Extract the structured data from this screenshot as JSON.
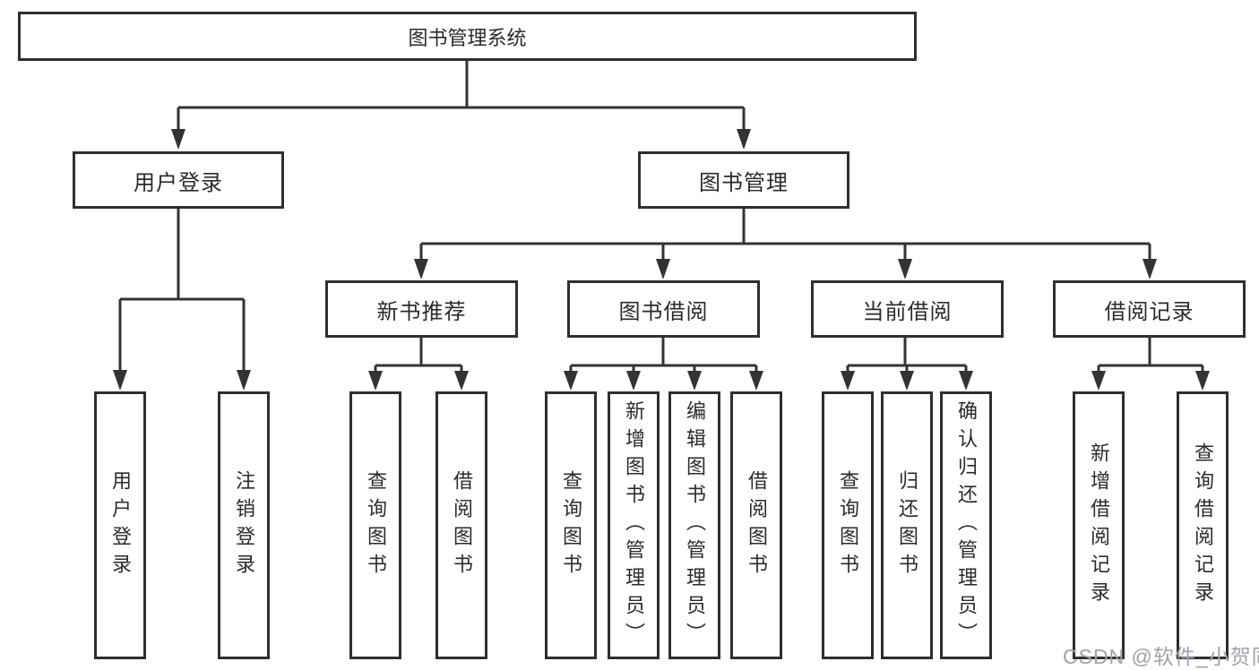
{
  "tree": {
    "label": "图书管理系统",
    "children": [
      {
        "label": "用户登录",
        "children": [
          {
            "label": "用户登录"
          },
          {
            "label": "注销登录"
          }
        ]
      },
      {
        "label": "图书管理",
        "children": [
          {
            "label": "新书推荐",
            "children": [
              {
                "label": "查询图书"
              },
              {
                "label": "借阅图书"
              }
            ]
          },
          {
            "label": "图书借阅",
            "children": [
              {
                "label": "查询图书"
              },
              {
                "label": "新增图书（管理员）"
              },
              {
                "label": "编辑图书（管理员）"
              },
              {
                "label": "借阅图书"
              }
            ]
          },
          {
            "label": "当前借阅",
            "children": [
              {
                "label": "查询图书"
              },
              {
                "label": "归还图书"
              },
              {
                "label": "确认归还（管理员）"
              }
            ]
          },
          {
            "label": "借阅记录",
            "children": [
              {
                "label": "新增借阅记录"
              },
              {
                "label": "查询借阅记录"
              }
            ]
          }
        ]
      }
    ]
  },
  "watermark": {
    "text": "CSDN @软件_小贺同学"
  },
  "colors": {
    "line": "#333333",
    "node_border": "#2f2f2f",
    "node_fill": "#ffffff",
    "text": "#2b2b2b",
    "watermark": "#9fa3a8"
  }
}
